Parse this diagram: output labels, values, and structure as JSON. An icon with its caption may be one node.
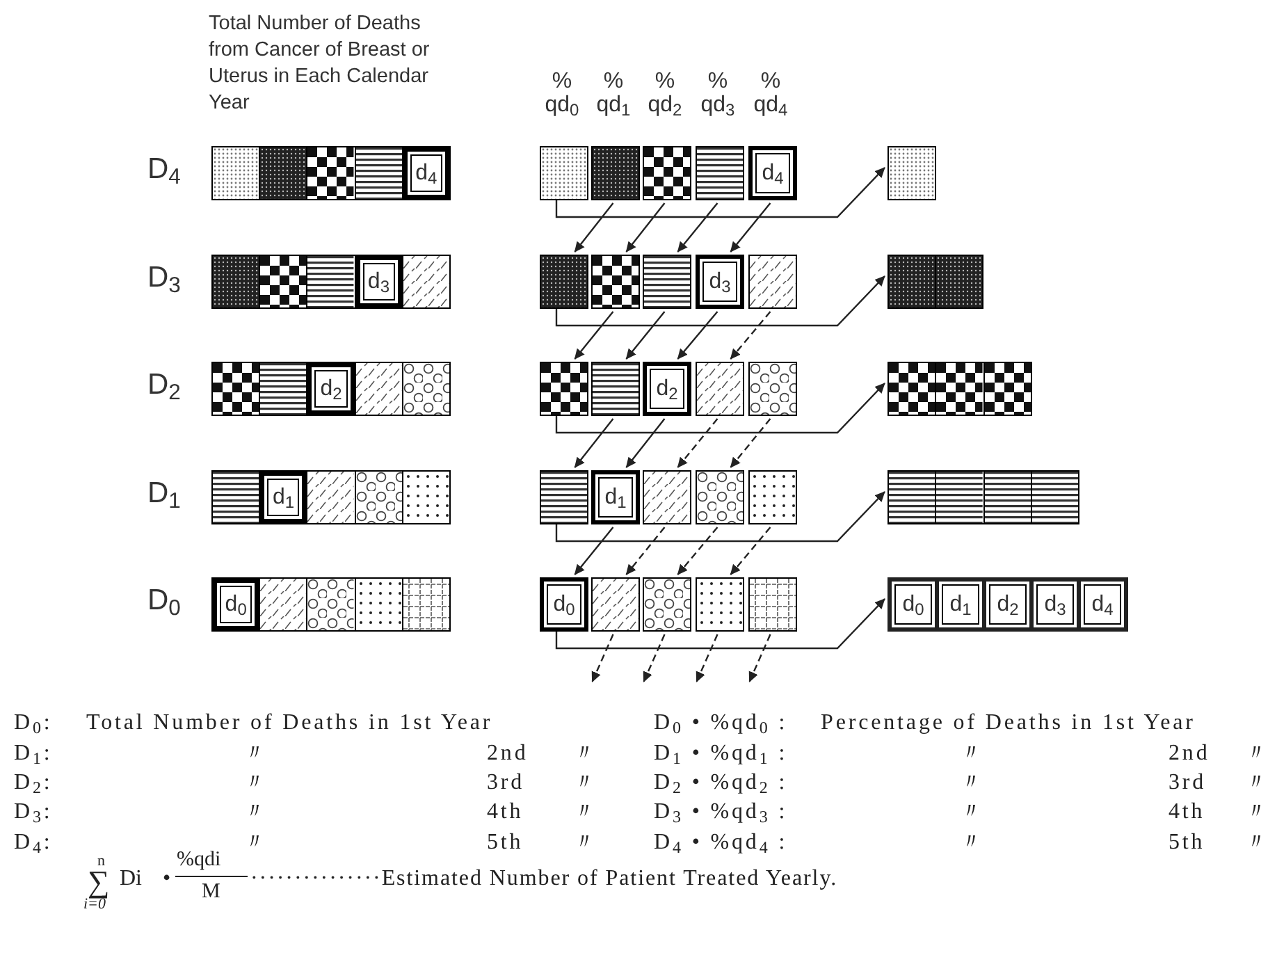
{
  "diagram": {
    "nodes": [
      {
        "text": [
          "d$_{4}$"
        ]
      },
      {
        "text": [],
        "shape": "box"
      },
      {
        "text": [],
        "shape": "box"
      },
      {
        "text": [],
        "shape": "box"
      },
      {
        "text": [],
        "shape": "box"
      },
      {
        "text": [
          "d$_{4}$"
        ]
      },
      {
        "text": [],
        "shape": "bar"
      },
      {
        "text": [
          "d$_{3}$"
        ]
      },
      {
        "text": [],
        "shape": "box"
      },
      {
        "text": [],
        "shape": "box"
      },
      {
        "text": [],
        "shape": "box"
      },
      {
        "text": [
          "d$_{3}$"
        ]
      },
      {
        "text": [],
        "shape": "box"
      },
      {
        "text": [],
        "shape": "bar"
      },
      {
        "text": [
          "d$_{2}$"
        ]
      },
      {
        "text": [],
        "shape": "box"
      },
      {
        "text": [],
        "shape": "box"
      },
      {
        "text": [
          "d$_{2}$"
        ]
      },
      {
        "text": [],
        "shape": "box"
      },
      {
        "text": [],
        "shape": "box"
      },
      {
        "text": [],
        "shape": "bar"
      },
      {
        "text": [
          "d$_{1}$"
        ]
      },
      {
        "text": [],
        "shape": "box"
      },
      {
        "text": [
          "d$_{1}$"
        ]
      },
      {
        "text": [],
        "shape": "box"
      },
      {
        "text": [],
        "shape": "box"
      },
      {
        "text": [],
        "shape": "box"
      },
      {
        "text": [],
        "shape": "bar"
      },
      {
        "text": [
          "d$_{0}$"
        ]
      },
      {
        "text": [
          "d$_{0}$"
        ]
      },
      {
        "text": [],
        "shape": "box"
      },
      {
        "text": [],
        "shape": "box"
      },
      {
        "text": [],
        "shape": "box"
      },
      {
        "text": [],
        "shape": "box"
      },
      {
        "text": [
          "d$_{0}$",
          "d$_{1}$",
          "d$_{2}$",
          "d$_{3}$",
          "d$_{4}$"
        ]
      }
    ],
    "edges": [
      {
        "from": 2,
        "to": 8,
        "arrow": "to"
      },
      {
        "from": 3,
        "to": 9,
        "arrow": "to"
      },
      {
        "from": 4,
        "to": 10,
        "arrow": "to"
      },
      {
        "from": 5,
        "to": 11,
        "arrow": "to"
      },
      {
        "from": 9,
        "to": 15,
        "arrow": "to"
      },
      {
        "from": 10,
        "to": 16,
        "arrow": "to"
      },
      {
        "from": 11,
        "to": 17,
        "arrow": "to"
      },
      {
        "from": 12,
        "to": 18,
        "arrow": "to",
        "style": "dashed"
      },
      {
        "from": 16,
        "to": 22,
        "arrow": "to"
      },
      {
        "from": 17,
        "to": 23,
        "arrow": "to"
      },
      {
        "from": 18,
        "to": 24,
        "arrow": "to",
        "style": "dashed"
      },
      {
        "from": 19,
        "to": 25,
        "arrow": "to",
        "style": "dashed"
      },
      {
        "from": 23,
        "to": 29,
        "arrow": "to"
      },
      {
        "from": 24,
        "to": 30,
        "arrow": "to",
        "style": "dashed"
      },
      {
        "from": 25,
        "to": 31,
        "arrow": "to",
        "style": "dashed"
      },
      {
        "from": 26,
        "to": 32,
        "arrow": "to",
        "style": "dashed"
      },
      {
        "from": 30,
        "to": null,
        "arrow": "to",
        "style": "dashed"
      },
      {
        "from": 31,
        "to": null,
        "arrow": "to",
        "style": "dashed"
      },
      {
        "from": 32,
        "to": null,
        "arrow": "to",
        "style": "dashed"
      },
      {
        "from": 33,
        "to": null,
        "arrow": "to",
        "style": "dashed"
      },
      {
        "from": 1,
        "to": 6,
        "arrow": "to"
      },
      {
        "from": 8,
        "to": 13,
        "arrow": "to"
      },
      {
        "from": 15,
        "to": 20,
        "arrow": "to"
      },
      {
        "from": 22,
        "to": 27,
        "arrow": "to"
      },
      {
        "from": 29,
        "to": 34,
        "arrow": "to"
      }
    ],
    "labels": [
      "Total Number of Deaths from Cancer of Breast or Uterus in Each Calendar Year",
      "% qd$_{0}$",
      "% qd$_{1}$",
      "% qd$_{2}$",
      "% qd$_{3}$",
      "% qd$_{4}$",
      "D$_{4}$",
      "D$_{3}$",
      "D$_{2}$",
      "D$_{1}$",
      "D$_{0}$",
      "D$_{0}$:",
      "Total Number of Deaths in 1st Year",
      "D$_{0}$ • %qd$_{0}$ :",
      "Percentage of Deaths in 1st Year",
      "D$_{1}$:",
      "〃",
      "2nd",
      "〃",
      "D$_{1}$ • %qd$_{1}$ :",
      "〃",
      "2nd",
      "〃",
      "D$_{2}$:",
      "〃",
      "3rd",
      "〃",
      "D$_{2}$ • %qd$_{2}$ :",
      "〃",
      "3rd",
      "〃",
      "D$_{3}$:",
      "〃",
      "4th",
      "〃",
      "D$_{3}$ • %qd$_{3}$ :",
      "〃",
      "4th",
      "〃",
      "D$_{4}$:",
      "〃",
      "5th",
      "〃",
      "D$_{4}$ • %qd$_{4}$ :",
      "〃",
      "5th",
      "〃",
      "n",
      "∑",
      "i=0",
      "Di",
      "•",
      "%qdi",
      "M",
      "···············Estimated Number of Patient Treated Yearly."
    ]
  }
}
